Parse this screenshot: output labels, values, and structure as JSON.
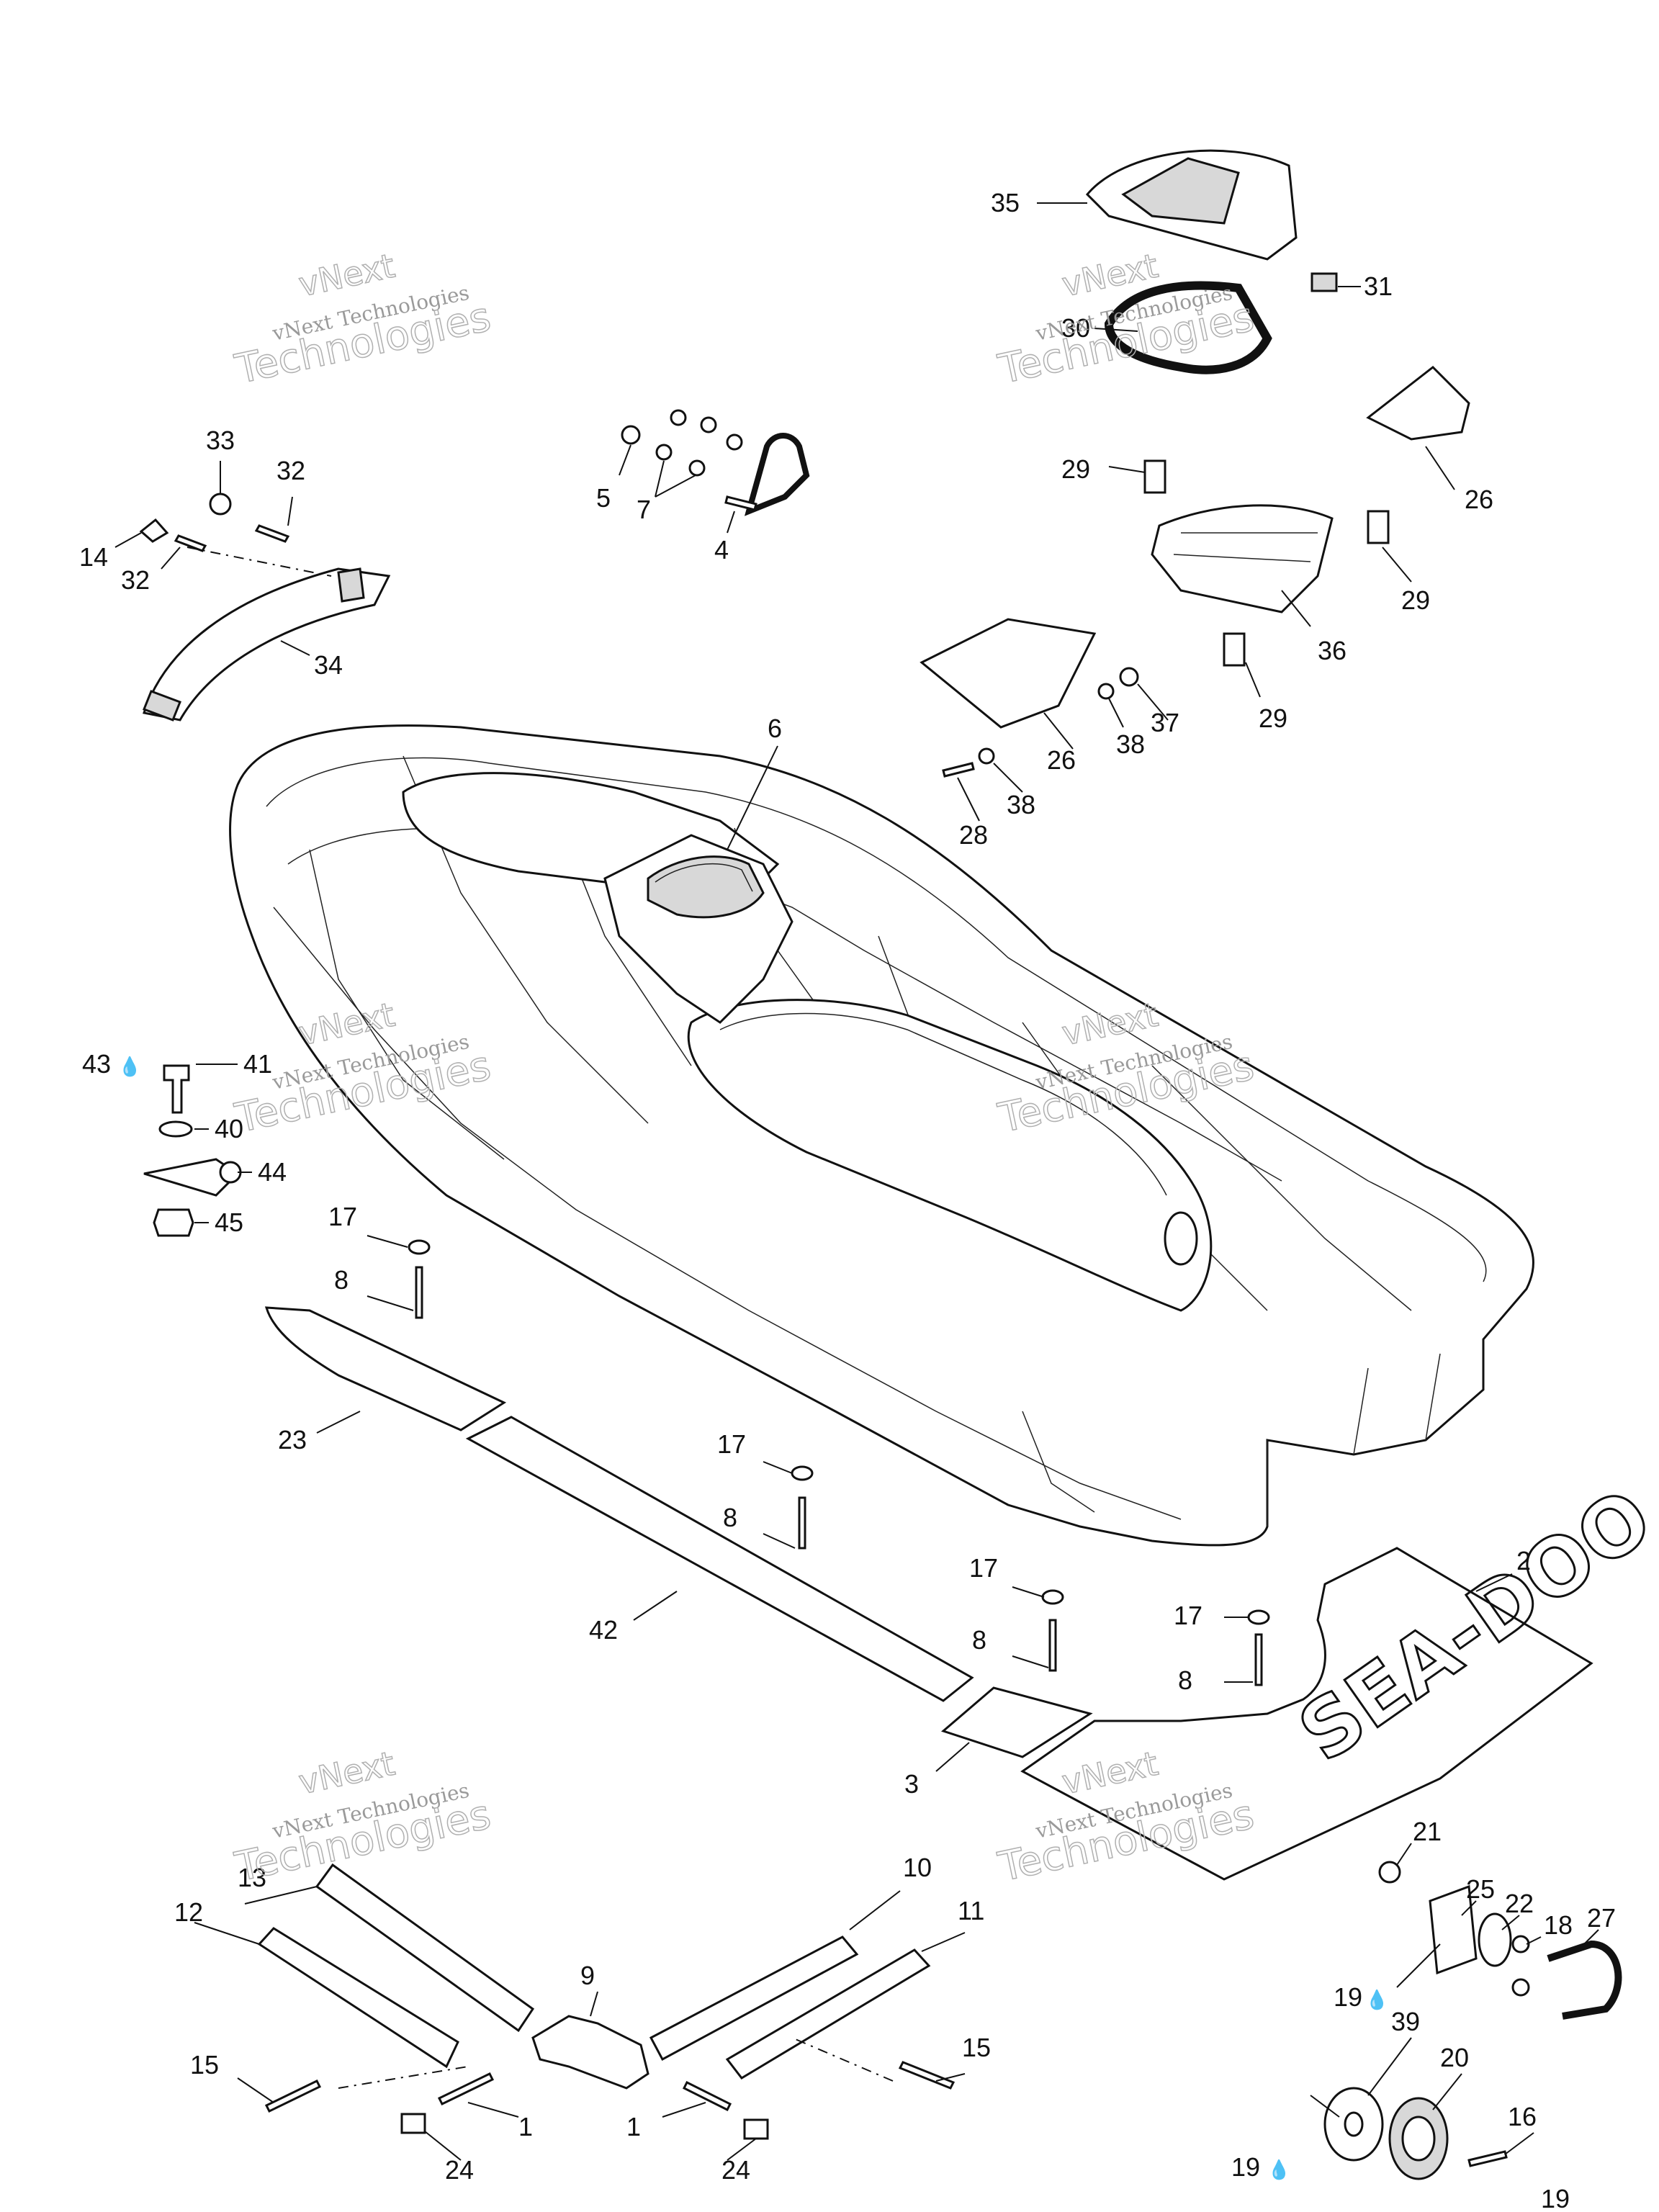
{
  "watermark": {
    "line1": "vNext",
    "line2": "vNext Technologies",
    "line3": "Technologies"
  },
  "logo_text": "SEA-DOO",
  "drop_symbol": "💧",
  "callouts": {
    "c35": "35",
    "c31": "31",
    "c30": "30",
    "c26a": "26",
    "c29a": "29",
    "c29b": "29",
    "c36": "36",
    "c29c": "29",
    "c37": "37",
    "c38a": "38",
    "c26b": "26",
    "c38b": "38",
    "c28": "28",
    "c6": "6",
    "c33": "33",
    "c32a": "32",
    "c14": "14",
    "c32b": "32",
    "c34": "34",
    "c5": "5",
    "c7": "7",
    "c4": "4",
    "c43": "43",
    "c41": "41",
    "c40": "40",
    "c44": "44",
    "c45": "45",
    "c17a": "17",
    "c8a": "8",
    "c23": "23",
    "c17b": "17",
    "c8b": "8",
    "c42": "42",
    "c17c": "17",
    "c8c": "8",
    "c17d": "17",
    "c8d": "8",
    "c2": "2",
    "c3": "3",
    "c21": "21",
    "c25": "25",
    "c22": "22",
    "c18": "18",
    "c27": "27",
    "c19a": "19",
    "c13": "13",
    "c12": "12",
    "c10": "10",
    "c11": "11",
    "c9": "9",
    "c15a": "15",
    "c15b": "15",
    "c1a": "1",
    "c1b": "1",
    "c24a": "24",
    "c24b": "24",
    "c39": "39",
    "c20": "20",
    "c16": "16",
    "c19b": "19",
    "c19c": "19"
  }
}
